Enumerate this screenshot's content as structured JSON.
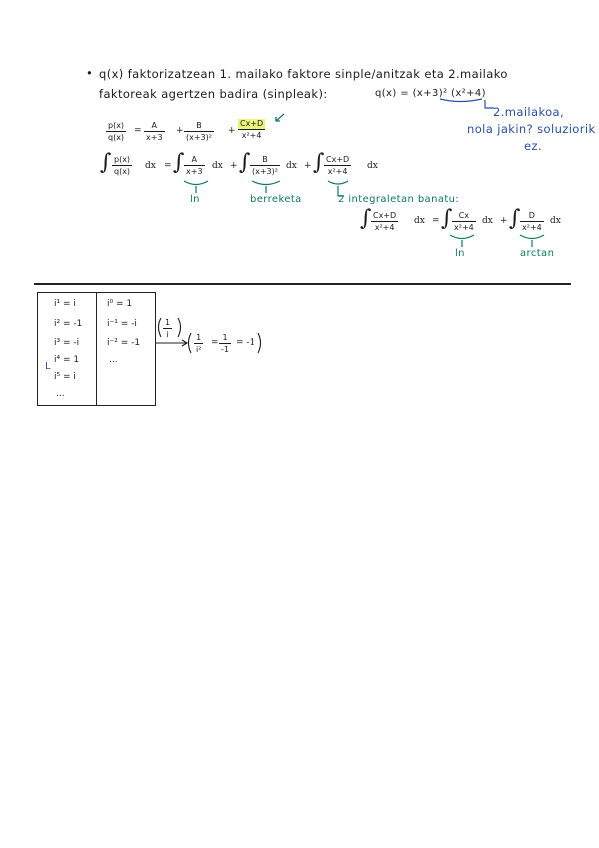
{
  "colors": {
    "ink": "#1c1c1c",
    "note_blue": "#2a4fa8",
    "note_green": "#0e7a5a",
    "highlight": "#eaf37a"
  },
  "intro": {
    "bullet": "•",
    "line1": "q(x) faktorizatzean 1. mailako faktore sinple/anitzak eta 2.mailako",
    "line2": "faktoreak agertzen badira (sinpleak):",
    "qx": "q(x) = (x+3)² (x²+4)"
  },
  "side_note": {
    "line1": "2.mailakoa,",
    "line2": "nola jakin? soluziorik",
    "line3": "ez."
  },
  "decomposition": {
    "lhs_num": "p(x)",
    "lhs_den": "q(x)",
    "eq": "=",
    "t1_num": "A",
    "t1_den": "x+3",
    "plus1": "+",
    "t2_num": "B",
    "t2_den": "(x+3)²",
    "plus2": "+",
    "t3_num": "Cx+D",
    "t3_den": "x²+4"
  },
  "integral": {
    "lhs_num": "p(x)",
    "lhs_den": "q(x)",
    "dx": "dx",
    "eq": "=",
    "i1_num": "A",
    "i1_den": "x+3",
    "i2_num": "B",
    "i2_den": "(x+3)²",
    "i3_num": "Cx+D",
    "i3_den": "x²+4",
    "plus": "+",
    "label_ln": "ln",
    "label_berreketa": "berreketa"
  },
  "split": {
    "note": "2 integraletan banatu:",
    "lhs_num": "Cx+D",
    "lhs_den": "x²+4",
    "r1_num": "Cx",
    "r1_den": "x²+4",
    "r2_num": "D",
    "r2_den": "x²+4",
    "dx": "dx",
    "eq": "=",
    "plus": "+",
    "label_ln": "ln",
    "label_arctan": "arctan"
  },
  "table": {
    "left_rows": [
      "i¹ = i",
      "i² = -1",
      "i³ = -i",
      "i⁴ = 1",
      "i⁵ = i",
      "..."
    ],
    "right_rows": [
      "i⁰ = 1",
      "i⁻¹ = -i",
      "i⁻² = -1",
      "..."
    ],
    "mark_L": "L",
    "frac_note_num": "1",
    "frac_note_den": "i",
    "result_num1": "1",
    "result_den1": "i²",
    "result_eq": "=",
    "result_num2": "1",
    "result_den2": "-1",
    "result_tail": "= -1"
  }
}
